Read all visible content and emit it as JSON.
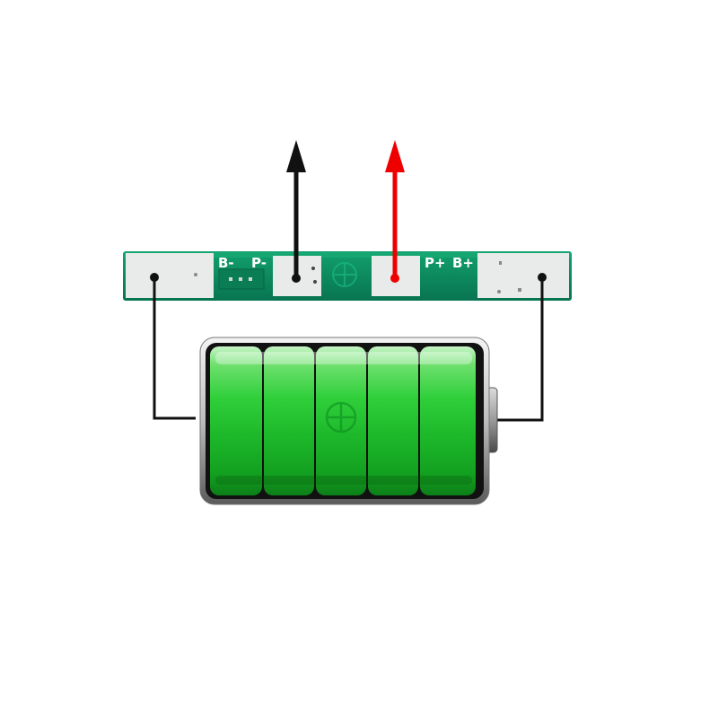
{
  "pcb": {
    "label_b_minus": "B-",
    "label_p_minus": "P-",
    "label_p_plus": "P+",
    "label_b_plus": "B+"
  },
  "colors": {
    "board": "#0c8a5e",
    "board_dark": "#086b48",
    "pad": "#e9ebeb",
    "wire": "#111111",
    "arrow_negative": "#111111",
    "arrow_positive": "#ee0000",
    "cell_green": "#22c032"
  },
  "battery": {
    "segment_count": 5,
    "logo_icon": "battery-logo-icon"
  },
  "icons": [
    "arrow-up-icon",
    "battery-logo-icon"
  ]
}
